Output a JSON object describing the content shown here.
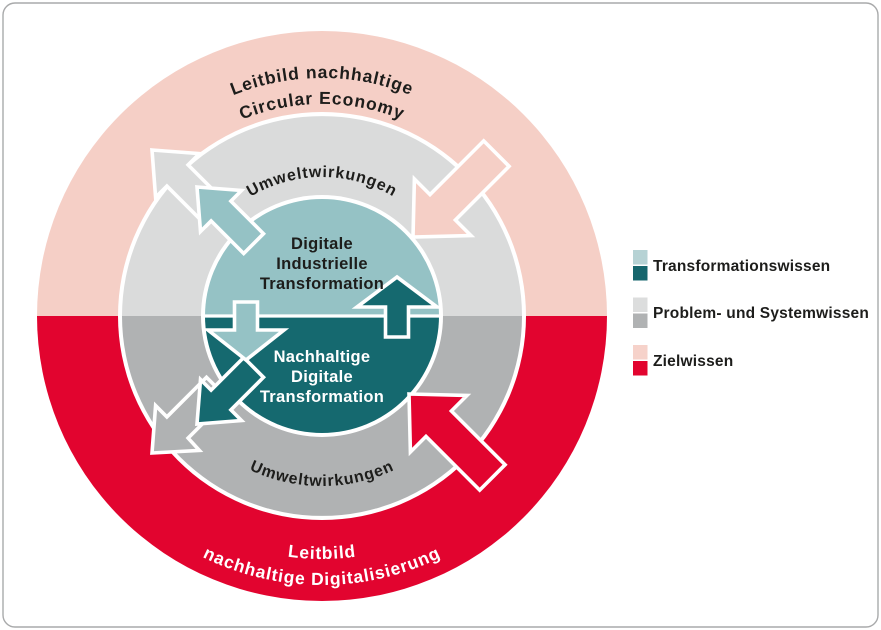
{
  "colors": {
    "pink": "#f5cfc6",
    "red": "#e2042f",
    "gray_light": "#dadbdb",
    "gray_mid": "#b0b2b3",
    "teal_light": "#95c2c5",
    "teal_dark": "#15696f",
    "white": "#ffffff",
    "text_dark": "#1d1d1b",
    "frame_border": "#a9aaab"
  },
  "diagram": {
    "outer_top": {
      "line1": "Leitbild nachhaltige",
      "line2": "Circular Economy"
    },
    "ring_top_label": "Umweltwirkungen",
    "inner_top": {
      "line1": "Digitale",
      "line2": "Industrielle",
      "line3": "Transformation"
    },
    "inner_bottom": {
      "line1": "Nachhaltige",
      "line2": "Digitale",
      "line3": "Transformation"
    },
    "ring_bottom_label": "Umweltwirkungen",
    "outer_bottom": {
      "line1": "Leitbild",
      "line2": "nachhaltige Digitalisierung"
    }
  },
  "legend": {
    "items": [
      {
        "label": "Transformationswissen",
        "swatch_light": "#b6d2d4",
        "swatch_dark": "#16666d"
      },
      {
        "label": "Problem- und Systemwissen",
        "swatch_light": "#dcdddd",
        "swatch_dark": "#b0b2b3"
      },
      {
        "label": "Zielwissen",
        "swatch_light": "#f6d2ca",
        "swatch_dark": "#e2042f"
      }
    ]
  }
}
